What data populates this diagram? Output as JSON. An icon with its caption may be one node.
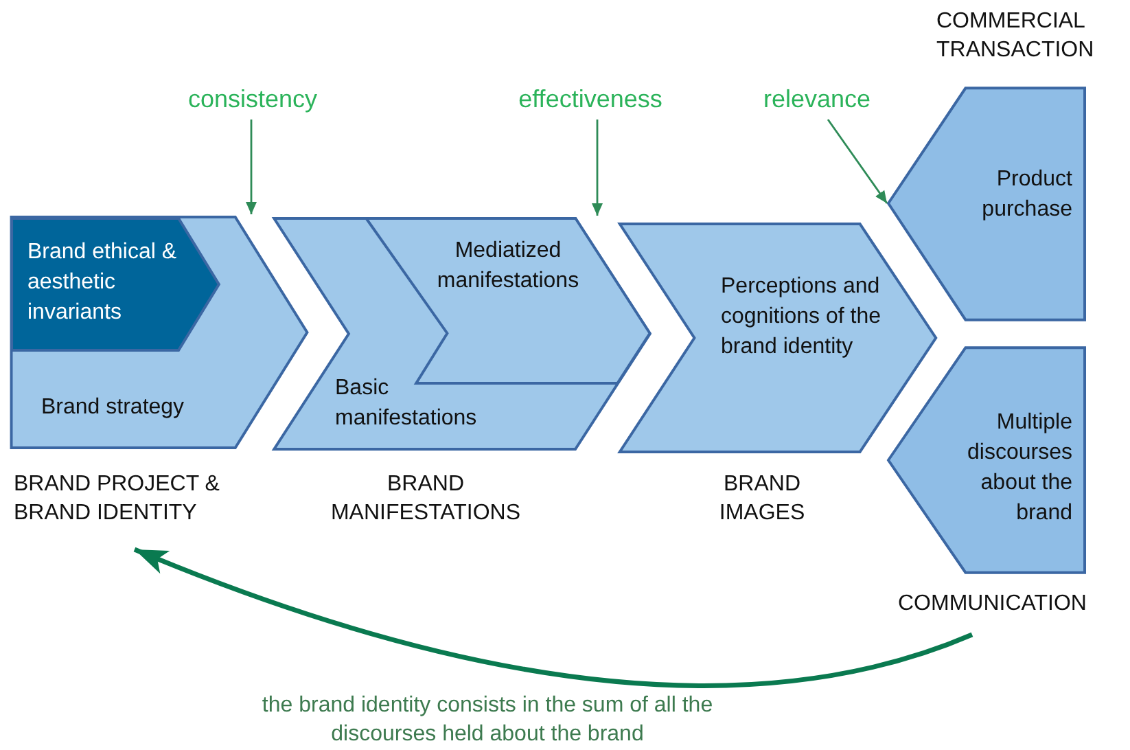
{
  "diagram": {
    "nodes": [
      {
        "text": [
          "Brand strategy"
        ],
        "beside": [
          "BRAND PROJECT & BRAND IDENTITY"
        ]
      },
      {
        "text": [
          "Brand ethical & aesthetic invariants"
        ],
        "in": 0
      },
      {
        "text": [
          "Basic manifestations"
        ],
        "beside": [
          "BRAND MANIFESTATIONS"
        ]
      },
      {
        "text": [
          "Mediatized manifestations"
        ],
        "in": 2
      },
      {
        "text": [
          "Perceptions and cognitions of the brand identity"
        ],
        "beside": [
          "BRAND IMAGES"
        ]
      },
      {
        "text": [
          "Product purchase"
        ],
        "beside": [
          "COMMERCIAL TRANSACTION"
        ]
      },
      {
        "text": [
          "Multiple discourses about the brand"
        ],
        "beside": [
          "COMMUNICATION"
        ]
      },
      {
        "text": [
          "consistency"
        ]
      },
      {
        "text": [
          "effectiveness"
        ]
      },
      {
        "text": [
          "relevance"
        ]
      }
    ],
    "edges": [
      {
        "from": 7,
        "to": 0,
        "arrow": "to"
      },
      {
        "from": 8,
        "to": 3,
        "arrow": "to"
      },
      {
        "from": 9,
        "to": 5,
        "arrow": "to"
      },
      {
        "from": 6,
        "to": 0,
        "arrow": "to",
        "label": "the brand identity consists in the sum of all the discourses held about the brand",
        "style": "thick"
      }
    ]
  }
}
